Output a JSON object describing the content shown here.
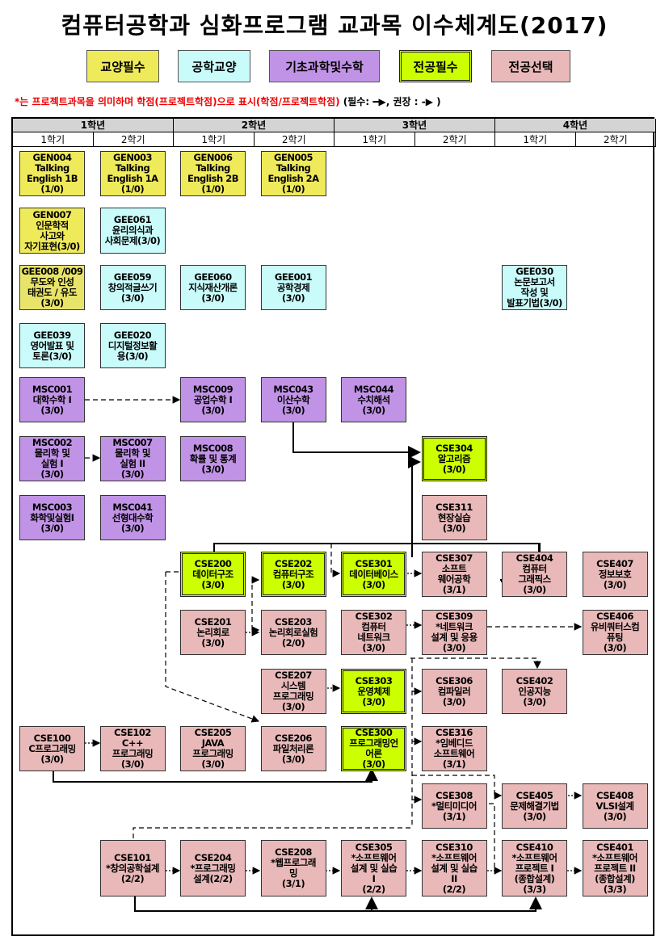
{
  "title": "컴퓨터공학과 심화프로그램 교과목 이수체계도(2017)",
  "legend": [
    {
      "label": "교양필수",
      "color": "#efea5a"
    },
    {
      "label": "공학교양",
      "color": "#c9fbfb"
    },
    {
      "label": "기초과학및수학",
      "color": "#c193e6"
    },
    {
      "label": "전공필수",
      "color": "#ccff00"
    },
    {
      "label": "전공선택",
      "color": "#e9b9b9"
    }
  ],
  "note": {
    "text": "*는 프로젝트과목을 의미하며 학점(프로젝트학점)으로 표시(학점/프로젝트학점)",
    "arrows": "(필수: ━▶, 권장 : -▶ )"
  },
  "years": [
    "1학년",
    "2학년",
    "3학년",
    "4학년"
  ],
  "semesters": [
    "1학기",
    "2학기",
    "1학기",
    "2학기",
    "1학기",
    "2학기",
    "1학기",
    "2학기"
  ],
  "courses": [
    {
      "code": "GEN004",
      "lines": [
        "Talking",
        "English 1B"
      ],
      "credit": "(1/0)",
      "type": 0
    },
    {
      "code": "GEN003",
      "lines": [
        "Talking",
        "English 1A"
      ],
      "credit": "(1/0)",
      "type": 0
    },
    {
      "code": "GEN006",
      "lines": [
        "Talking",
        "English 2B"
      ],
      "credit": "(1/0)",
      "type": 0
    },
    {
      "code": "GEN005",
      "lines": [
        "Talking",
        "English 2A"
      ],
      "credit": "(1/0)",
      "type": 0
    },
    {
      "code": "GEN007",
      "lines": [
        "인문학적",
        "사고와",
        "자기표현(3/0)"
      ],
      "credit": "",
      "type": 0
    },
    {
      "code": "GEE061",
      "lines": [
        "윤리의식과",
        "사회문제(3/0)"
      ],
      "credit": "",
      "type": 1
    },
    {
      "code": "GEE008 /009",
      "lines": [
        "무도와 인성",
        "태권도 / 유도"
      ],
      "credit": "(3/0)",
      "type": 5
    },
    {
      "code": "GEE059",
      "lines": [
        "창의적글쓰기"
      ],
      "credit": "(3/0)",
      "type": 1
    },
    {
      "code": "GEE060",
      "lines": [
        "지식재산개론"
      ],
      "credit": "(3/0)",
      "type": 1
    },
    {
      "code": "GEE001",
      "lines": [
        "공학경제"
      ],
      "credit": "(3/0)",
      "type": 1
    },
    {
      "code": "GEE030",
      "lines": [
        "논문보고서",
        "작성 및",
        "발표기법(3/0)"
      ],
      "credit": "",
      "type": 1
    },
    {
      "code": "GEE039",
      "lines": [
        "영어발표 및",
        "토론(3/0)"
      ],
      "credit": "",
      "type": 1
    },
    {
      "code": "GEE020",
      "lines": [
        "디지털정보활",
        "용(3/0)"
      ],
      "credit": "",
      "type": 1
    },
    {
      "code": "MSC001",
      "lines": [
        "대학수학 I"
      ],
      "credit": "(3/0)",
      "type": 2
    },
    {
      "code": "MSC009",
      "lines": [
        "공업수학 I"
      ],
      "credit": "(3/0)",
      "type": 2
    },
    {
      "code": "MSC043",
      "lines": [
        "이산수학"
      ],
      "credit": "(3/0)",
      "type": 2
    },
    {
      "code": "MSC044",
      "lines": [
        "수치해석"
      ],
      "credit": "(3/0)",
      "type": 2
    },
    {
      "code": "MSC002",
      "lines": [
        "물리학 및",
        "실험 I"
      ],
      "credit": "(3/0)",
      "type": 2
    },
    {
      "code": "MSC007",
      "lines": [
        "물리학 및",
        "실험 II"
      ],
      "credit": "(3/0)",
      "type": 2
    },
    {
      "code": "MSC008",
      "lines": [
        "확률 및 통계"
      ],
      "credit": "(3/0)",
      "type": 2
    },
    {
      "code": "CSE304",
      "lines": [
        "알고리즘"
      ],
      "credit": "(3/0)",
      "type": 3
    },
    {
      "code": "MSC003",
      "lines": [
        "화학및실험I"
      ],
      "credit": "(3/0)",
      "type": 2
    },
    {
      "code": "MSC041",
      "lines": [
        "선형대수학"
      ],
      "credit": "(3/0)",
      "type": 2
    },
    {
      "code": "CSE311",
      "lines": [
        "현장실습"
      ],
      "credit": "(3/0)",
      "type": 4
    },
    {
      "code": "CSE200",
      "lines": [
        "데이터구조"
      ],
      "credit": "(3/0)",
      "type": 3
    },
    {
      "code": "CSE202",
      "lines": [
        "컴퓨터구조"
      ],
      "credit": "(3/0)",
      "type": 3
    },
    {
      "code": "CSE301",
      "lines": [
        "데이터베이스"
      ],
      "credit": "(3/0)",
      "type": 3
    },
    {
      "code": "CSE307",
      "lines": [
        "소프트",
        "웨어공학"
      ],
      "credit": "(3/1)",
      "type": 4
    },
    {
      "code": "CSE404",
      "lines": [
        "컴퓨터",
        "그래픽스"
      ],
      "credit": "(3/0)",
      "type": 4
    },
    {
      "code": "CSE407",
      "lines": [
        "정보보호"
      ],
      "credit": "(3/0)",
      "type": 4
    },
    {
      "code": "CSE201",
      "lines": [
        "논리회로"
      ],
      "credit": "(3/0)",
      "type": 4
    },
    {
      "code": "CSE203",
      "lines": [
        "논리회로실험"
      ],
      "credit": "(2/0)",
      "type": 4
    },
    {
      "code": "CSE302",
      "lines": [
        "컴퓨터",
        "네트워크"
      ],
      "credit": "(3/0)",
      "type": 4
    },
    {
      "code": "CSE309",
      "lines": [
        "*네트워크",
        "설계 및 응용"
      ],
      "credit": "(3/0)",
      "type": 4
    },
    {
      "code": "CSE406",
      "lines": [
        "유비쿼터스컴",
        "퓨팅"
      ],
      "credit": "(3/0)",
      "type": 4
    },
    {
      "code": "CSE207",
      "lines": [
        "시스템",
        "프로그래밍"
      ],
      "credit": "(3/0)",
      "type": 4
    },
    {
      "code": "CSE303",
      "lines": [
        "운영체제"
      ],
      "credit": "(3/0)",
      "type": 3
    },
    {
      "code": "CSE306",
      "lines": [
        "컴파일러"
      ],
      "credit": "(3/0)",
      "type": 4
    },
    {
      "code": "CSE402",
      "lines": [
        "인공지능"
      ],
      "credit": "(3/0)",
      "type": 4
    },
    {
      "code": "CSE100",
      "lines": [
        "C프로그래밍"
      ],
      "credit": "(3/0)",
      "type": 4
    },
    {
      "code": "CSE102",
      "lines": [
        "C++",
        "프로그래밍"
      ],
      "credit": "(3/0)",
      "type": 4
    },
    {
      "code": "CSE205",
      "lines": [
        "JAVA",
        "프로그래밍"
      ],
      "credit": "(3/0)",
      "type": 4
    },
    {
      "code": "CSE206",
      "lines": [
        "파일처리론"
      ],
      "credit": "(3/0)",
      "type": 4
    },
    {
      "code": "CSE300",
      "lines": [
        "프로그래밍언",
        "어론"
      ],
      "credit": "(3/0)",
      "type": 3
    },
    {
      "code": "CSE316",
      "lines": [
        "*임베디드",
        "소프트웨어"
      ],
      "credit": "(3/1)",
      "type": 4
    },
    {
      "code": "CSE308",
      "lines": [
        "*멀티미디어"
      ],
      "credit": "(3/1)",
      "type": 4
    },
    {
      "code": "CSE405",
      "lines": [
        "문제해결기법"
      ],
      "credit": "(3/0)",
      "type": 4
    },
    {
      "code": "CSE408",
      "lines": [
        "VLSI설계"
      ],
      "credit": "(3/0)",
      "type": 4
    },
    {
      "code": "CSE101",
      "lines": [
        "*창의공학설계"
      ],
      "credit": "(2/2)",
      "type": 4
    },
    {
      "code": "CSE204",
      "lines": [
        "*프로그래밍",
        "설계(2/2)"
      ],
      "credit": "",
      "type": 4
    },
    {
      "code": "CSE208",
      "lines": [
        "*웹프로그래",
        "밍"
      ],
      "credit": "(3/1)",
      "type": 4
    },
    {
      "code": "CSE305",
      "lines": [
        "*소프트웨어",
        "설계 및 실습",
        "I"
      ],
      "credit": "(2/2)",
      "type": 4
    },
    {
      "code": "CSE310",
      "lines": [
        "*소프트웨어",
        "설계 및 실습",
        "II"
      ],
      "credit": "(2/2)",
      "type": 4
    },
    {
      "code": "CSE410",
      "lines": [
        "*소프트웨어",
        "프로젝트 I",
        "(종합설계)"
      ],
      "credit": "(3/3)",
      "type": 4
    },
    {
      "code": "CSE401",
      "lines": [
        "*소프트웨어",
        "프로젝트 II",
        "(종합설계)"
      ],
      "credit": "(3/3)",
      "type": 4
    }
  ]
}
